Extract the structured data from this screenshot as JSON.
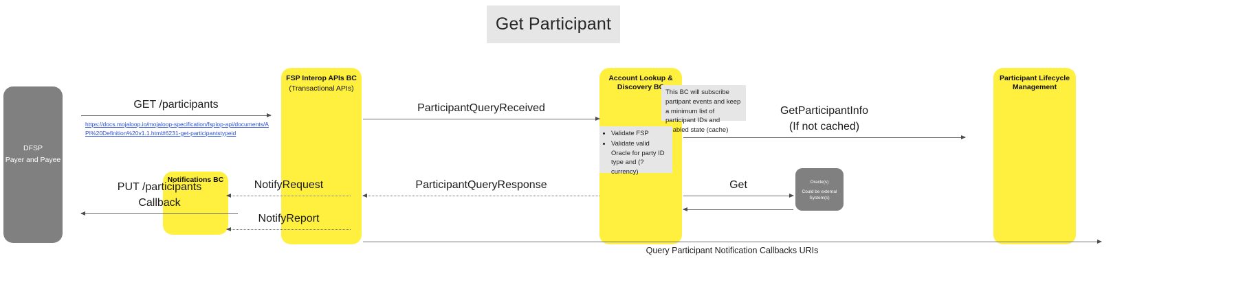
{
  "diagram": {
    "title": "Get Participant",
    "type": "sequence-diagram"
  },
  "lanes": [
    {
      "id": "dfsp",
      "title": "DFSP",
      "subtitle": "Payer and Payee",
      "color": "#808080"
    },
    {
      "id": "notifications",
      "title": "Notifications BC",
      "subtitle": "",
      "color": "#ffef3f"
    },
    {
      "id": "fsp_interop",
      "title": "FSP Interop APIs BC",
      "subtitle": "(Transactional APIs)",
      "color": "#ffef3f"
    },
    {
      "id": "account_lookup",
      "title": "Account Lookup & Discovery BC",
      "subtitle": "",
      "color": "#ffef3f"
    },
    {
      "id": "oracle",
      "title": "Oracle(s)",
      "subtitle": "Could be external System(s)",
      "color": "#808080"
    },
    {
      "id": "participant_lifecycle",
      "title": "Participant Lifecycle Management",
      "subtitle": "",
      "color": "#ffef3f"
    }
  ],
  "notes": {
    "cache": "This BC will subscribe partipant events and keep a minimum list of participant IDs and enabled state (cache)",
    "validate_bullets": [
      "Validate FSP",
      "Validate valid Oracle for party ID type and (?currency)"
    ]
  },
  "links": {
    "fspiop_get_participants": "https://docs.mojaloop.io/mojaloop-specification/fspiop-api/documents/API%20Definition%20v1.1.html#6231-get-participantstypeid"
  },
  "messages": [
    {
      "id": "get_participants",
      "label": "GET /participants",
      "style": "solid",
      "direction": "right"
    },
    {
      "id": "participant_query_received",
      "label": "ParticipantQueryReceived",
      "style": "solid",
      "direction": "right"
    },
    {
      "id": "get_participant_info",
      "label_line1": "GetParticipantInfo",
      "label_line2": "(If not cached)",
      "style": "solid",
      "direction": "right"
    },
    {
      "id": "participant_query_response",
      "label": "ParticipantQueryResponse",
      "style": "dotted",
      "direction": "left"
    },
    {
      "id": "put_participants",
      "label_line1": "PUT /participants",
      "label_line2": "Callback",
      "style": "solid",
      "direction": "left"
    },
    {
      "id": "notify_request",
      "label": "NotifyRequest",
      "style": "dotted",
      "direction": "left"
    },
    {
      "id": "notify_report",
      "label": "NotifyReport",
      "style": "dotted",
      "direction": "left"
    },
    {
      "id": "get_oracle",
      "label": "Get",
      "style": "solid",
      "direction": "right"
    },
    {
      "id": "oracle_return",
      "label": "",
      "style": "solid",
      "direction": "left"
    },
    {
      "id": "query_participant_notification_callbacks",
      "label": "Query Participant Notification Callbacks URIs",
      "style": "solid",
      "direction": "right"
    }
  ],
  "colors": {
    "accent_yellow": "#ffef3f",
    "actor_gray": "#808080",
    "note_gray": "#e6e6e6",
    "link_blue": "#2a4fd6",
    "line_gray": "#6e6e6e"
  }
}
